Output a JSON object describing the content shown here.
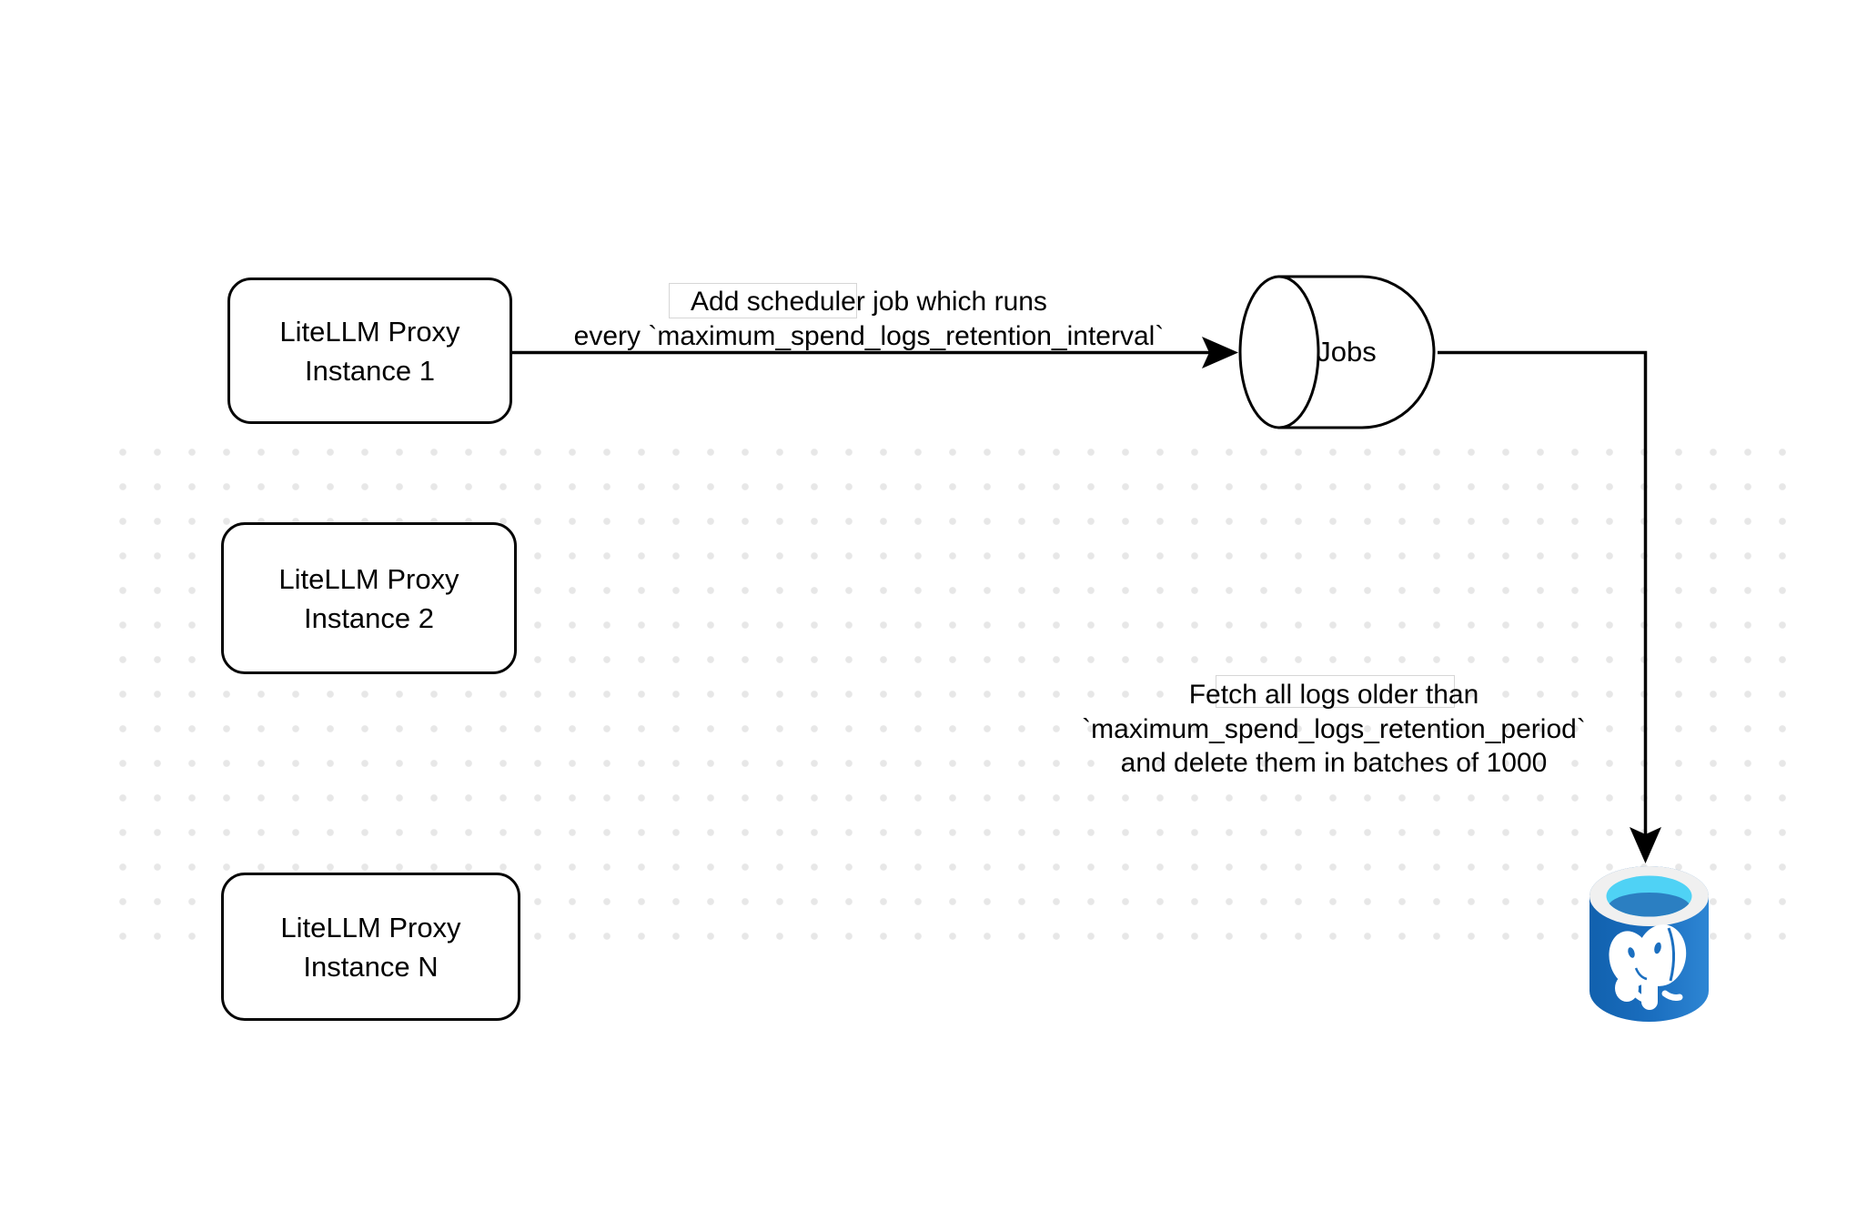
{
  "diagram": {
    "title": "LiteLLM spend logs cleanup scheduler diagram",
    "colors": {
      "background": "#ffffff",
      "stroke": "#000000",
      "dot_grid": "#e7e7e7",
      "label_chip_border": "#d6d6d6",
      "postgres_body_dark": "#1161ae",
      "postgres_body_light": "#2e86d4",
      "postgres_rim": "#f0f0f0",
      "postgres_opening": "#4fd2f5",
      "postgres_opening_shadow": "#2b7fc2",
      "postgres_elephant": "#ffffff"
    },
    "nodes": {
      "instances": [
        {
          "line1": "LiteLLM Proxy",
          "line2": "Instance 1"
        },
        {
          "line1": "LiteLLM Proxy",
          "line2": "Instance 2"
        },
        {
          "line1": "LiteLLM Proxy",
          "line2": "Instance N"
        }
      ],
      "jobs_queue": {
        "label": "Jobs",
        "icon": "jobs-cylinder-icon"
      },
      "database": {
        "icon": "postgresql-icon"
      }
    },
    "annotations": [
      {
        "line1": "Add scheduler job which runs",
        "line2": "every `maximum_spend_logs_retention_interval`"
      },
      {
        "line1": "Fetch all logs older than",
        "line2": "`maximum_spend_logs_retention_period`",
        "line3": "and delete them in batches of 1000"
      }
    ]
  }
}
